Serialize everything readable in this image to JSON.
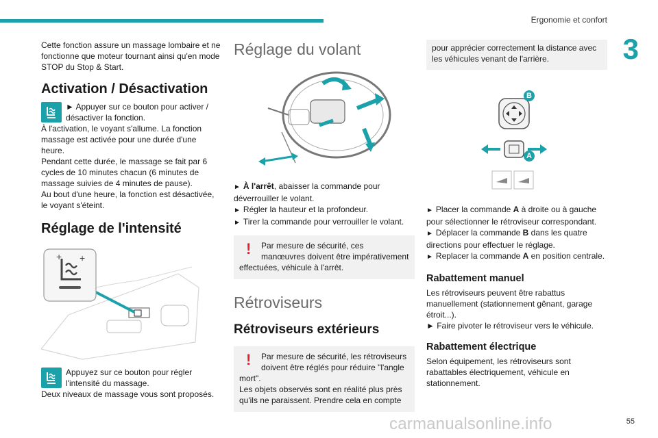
{
  "header": {
    "section": "Ergonomie et confort",
    "chapter": "3",
    "page": "55",
    "watermark": "carmanualsonline.info"
  },
  "col1": {
    "intro": "Cette fonction assure un massage lombaire et ne fonctionne que moteur tournant ainsi qu'en mode STOP du Stop & Start.",
    "activation_title": "Activation / Désactivation",
    "activation_step": "► Appuyer sur ce bouton pour activer / désactiver la fonction.",
    "activation_text1": "À l'activation, le voyant s'allume. La fonction massage est activée pour une durée d'une heure.",
    "activation_text2": "Pendant cette durée, le massage se fait par 6 cycles de 10 minutes chacun (6 minutes de massage suivies de 4 minutes de pause).",
    "activation_text3": "Au bout d'une heure, la fonction est désactivée, le voyant s'éteint.",
    "intensity_title": "Réglage de l'intensité",
    "intensity_step": "Appuyez sur ce bouton pour régler l'intensité du massage.",
    "intensity_text": "Deux niveaux de massage vous sont proposés."
  },
  "col2": {
    "steering_title": "Réglage du volant",
    "steering_step1_bold": "À l'arrêt",
    "steering_step1_rest": ", abaisser la commande pour déverrouiller le volant.",
    "steering_step2": "Régler la hauteur et la profondeur.",
    "steering_step3": "Tirer la commande pour verrouiller le volant.",
    "steering_note": "Par mesure de sécurité, ces manœuvres doivent être impérativement effectuées, véhicule à l'arrêt.",
    "mirrors_title": "Rétroviseurs",
    "ext_title": "Rétroviseurs extérieurs",
    "ext_note1": "Par mesure de sécurité, les rétroviseurs doivent être réglés pour réduire \"l'angle mort\".",
    "ext_note2": "Les objets observés sont en réalité plus près qu'ils ne paraissent. Prendre cela en compte"
  },
  "col3": {
    "note_cont": "pour apprécier correctement la distance avec les véhicules venant de l'arrière.",
    "label_a": "A",
    "label_b": "B",
    "step1_pre": "Placer la commande ",
    "step1_bold": "A",
    "step1_post": " à droite ou à gauche pour sélectionner le rétroviseur correspondant.",
    "step2_pre": "Déplacer la commande ",
    "step2_bold": "B",
    "step2_post": " dans les quatre directions pour effectuer le réglage.",
    "step3_pre": "Replacer la commande ",
    "step3_bold": "A",
    "step3_post": " en position centrale.",
    "manual_title": "Rabattement manuel",
    "manual_text": "Les rétroviseurs peuvent être rabattus manuellement (stationnement gênant, garage étroit...).",
    "manual_step": "► Faire pivoter le rétroviseur vers le véhicule.",
    "electric_title": "Rabattement électrique",
    "electric_text": "Selon équipement, les rétroviseurs sont rabattables électriquement, véhicule en stationnement."
  },
  "colors": {
    "accent": "#1aa1a9",
    "warning": "#e4202b",
    "note_bg": "#f1f1f1"
  }
}
